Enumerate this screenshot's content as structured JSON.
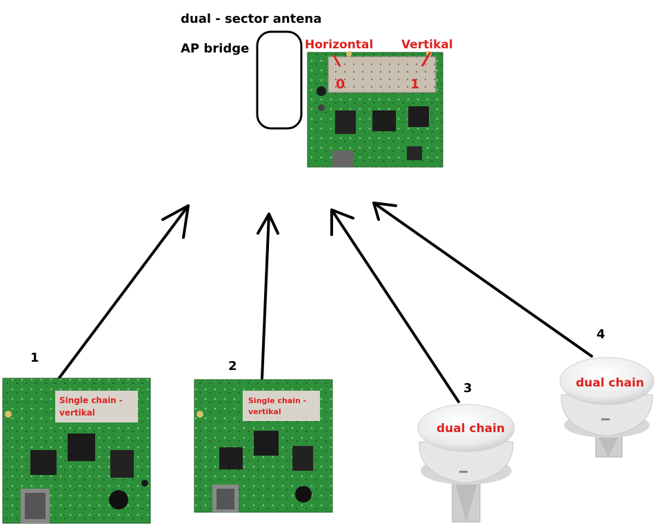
{
  "header": {
    "title": "dual - sector antena",
    "subtitle": "AP bridge"
  },
  "ap_board": {
    "left_label": "Horizontal",
    "right_label": "Vertikal",
    "left_chain": "0",
    "right_chain": "1"
  },
  "clients": [
    {
      "number": "1",
      "label_line1": "Single chain -",
      "label_line2": "vertikal",
      "kind": "board"
    },
    {
      "number": "2",
      "label_line1": "Single chain -",
      "label_line2": "vertikal",
      "kind": "board"
    },
    {
      "number": "3",
      "label": "dual chain",
      "kind": "dish"
    },
    {
      "number": "4",
      "label": "dual chain",
      "kind": "dish"
    }
  ],
  "colors": {
    "annotation_red": "#e02020",
    "pcb_green": "#2e8f3a",
    "shield_gray": "#c9c2b6",
    "dish_white": "#eeeeee",
    "arrow": "#000000"
  }
}
